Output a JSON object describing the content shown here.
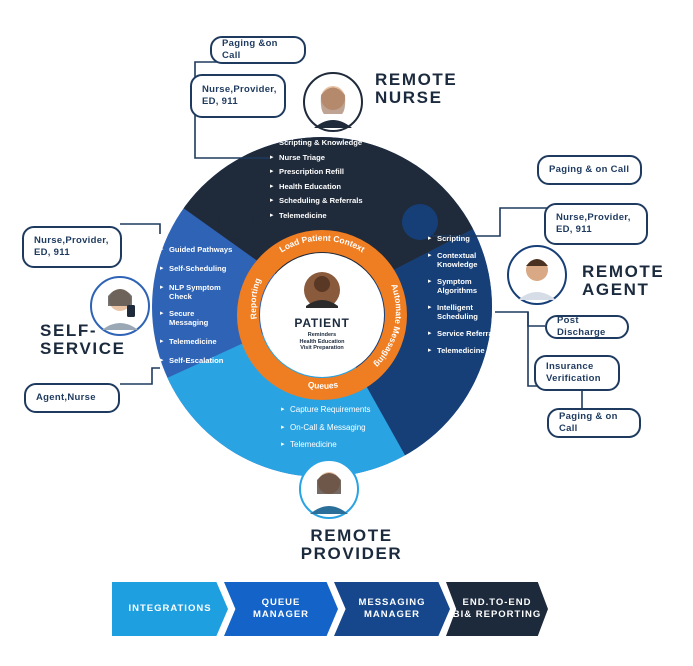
{
  "patient": {
    "title": "PATIENT",
    "sub": [
      "Reminders",
      "Health Education",
      "Visit Preparation"
    ],
    "ring_labels": {
      "top": "Load Patient Context",
      "right": "Automate Messaging",
      "bottom": "Queues",
      "left": "Reporting"
    }
  },
  "remote_nurse": {
    "title_lines": [
      "REMOTE",
      "NURSE"
    ],
    "items": [
      "Scripting & Knowledge",
      "Nurse Triage",
      "Prescription Refill",
      "Health Education",
      "Scheduling & Referrals",
      "Telemedicine"
    ],
    "boxes": [
      "Paging &on Call",
      "Nurse,Provider,",
      "ED, 911"
    ]
  },
  "remote_agent": {
    "title_lines": [
      "REMOTE",
      "AGENT"
    ],
    "items": [
      "Scripting",
      "Contextual",
      "Knowledge",
      "Symptom",
      "Algorithms",
      "Intelligent",
      "Scheduling",
      "Service Referrals",
      "Telemedicine"
    ],
    "boxes": [
      "Paging & on Call",
      "Nurse,Provider,",
      "ED, 911",
      "Post Discharge",
      "Insurance",
      "Verification",
      "Paging & on Call"
    ]
  },
  "self_service": {
    "title_lines": [
      "SELF-",
      "SERVICE"
    ],
    "items": [
      "Guided Pathways",
      "Self-Scheduling",
      "NLP Symptom",
      "Check",
      "Secure",
      "Messaging",
      "Telemedicine",
      "Self-Escalation"
    ],
    "boxes": [
      "Nurse,Provider,",
      "ED, 911",
      "Agent,Nurse"
    ]
  },
  "remote_provider": {
    "title_lines": [
      "REMOTE",
      "PROVIDER"
    ],
    "items": [
      "Capture Requirements",
      "On-Call & Messaging",
      "Telemedicine"
    ]
  },
  "workflow": {
    "steps": [
      {
        "lines": [
          "INTEGRATIONS"
        ],
        "color": "#1e9fe0"
      },
      {
        "lines": [
          "QUEUE",
          "MANAGER"
        ],
        "color": "#1463c8"
      },
      {
        "lines": [
          "MESSAGING",
          "MANAGER"
        ],
        "color": "#16478d"
      },
      {
        "lines": [
          "END.TO-END",
          "BI& REPORTING"
        ],
        "color": "#1d2a3c"
      }
    ]
  },
  "colors": {
    "nurse_quadrant": "#1f2a3a",
    "agent_quadrant": "#163f78",
    "self_service_quadrant": "#2f63b6",
    "provider_quadrant": "#2aa3e3",
    "ring": "#ef7d22",
    "outline": "#1e3a5f"
  },
  "icons": [
    "nurse-avatar",
    "agent-avatar",
    "self-service-avatar",
    "provider-avatar",
    "patient-avatar"
  ]
}
